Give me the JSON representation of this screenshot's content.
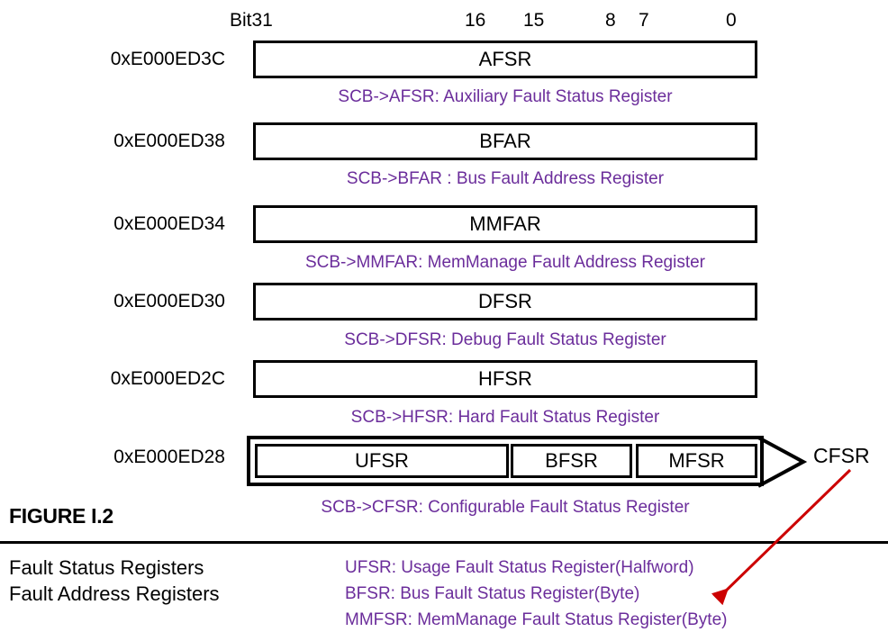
{
  "figure": {
    "number": "FIGURE I.2",
    "description_line1": "Fault Status Registers",
    "description_line2": "Fault Address Registers"
  },
  "colors": {
    "caption_purple": "#6B2D9B",
    "box_border": "#000000",
    "arrow_red": "#CC0000",
    "background": "#FFFFFF"
  },
  "bit_ruler": {
    "labels": [
      "Bit31",
      "16",
      "15",
      "8",
      "7",
      "0"
    ]
  },
  "rows": [
    {
      "address": "0xE000ED3C",
      "register": "AFSR",
      "caption": "SCB->AFSR: Auxiliary Fault Status Register"
    },
    {
      "address": "0xE000ED38",
      "register": "BFAR",
      "caption": "SCB->BFAR : Bus Fault Address Register"
    },
    {
      "address": "0xE000ED34",
      "register": "MMFAR",
      "caption": "SCB->MMFAR: MemManage Fault Address Register"
    },
    {
      "address": "0xE000ED30",
      "register": "DFSR",
      "caption": "SCB->DFSR: Debug Fault Status Register"
    },
    {
      "address": "0xE000ED2C",
      "register": "HFSR",
      "caption": "SCB->HFSR: Hard Fault Status Register"
    }
  ],
  "cfsr_row": {
    "address": "0xE000ED28",
    "fields": [
      {
        "name": "UFSR"
      },
      {
        "name": "BFSR"
      },
      {
        "name": "MFSR"
      }
    ],
    "group_tag": "CFSR",
    "caption": "SCB->CFSR: Configurable Fault Status Register"
  },
  "legend": [
    "UFSR: Usage Fault Status Register(Halfword)",
    "BFSR: Bus Fault Status Register(Byte)",
    "MMFSR: MemManage Fault Status Register(Byte)"
  ]
}
